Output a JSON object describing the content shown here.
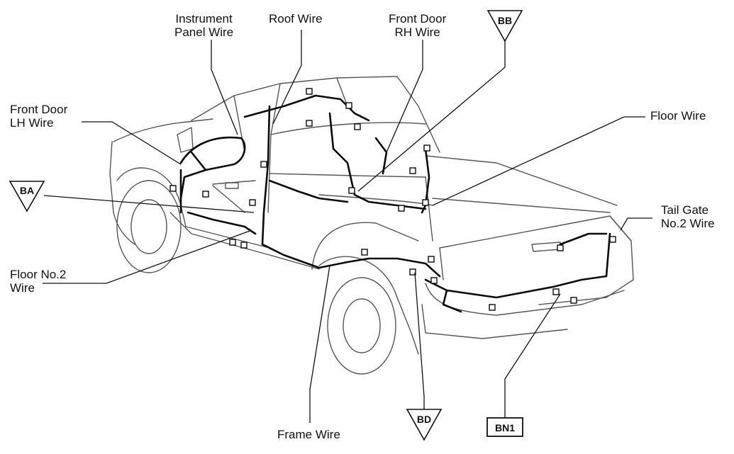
{
  "labels": {
    "instrument_panel": [
      "Instrument",
      "Panel Wire"
    ],
    "roof": "Roof Wire",
    "front_door_rh": [
      "Front Door",
      "RH Wire"
    ],
    "front_door_lh": [
      "Front Door",
      "LH Wire"
    ],
    "floor": "Floor Wire",
    "tail_gate_no2": [
      "Tail Gate",
      "No.2 Wire"
    ],
    "floor_no2": [
      "Floor No.2",
      "Wire"
    ],
    "frame": "Frame Wire"
  },
  "markers": {
    "bb": "BB",
    "ba": "BA",
    "bd": "BD",
    "bn1": "BN1"
  },
  "colors": {
    "ink": "#111111",
    "body_line": "#555555",
    "harness": "#0a0a0a"
  }
}
